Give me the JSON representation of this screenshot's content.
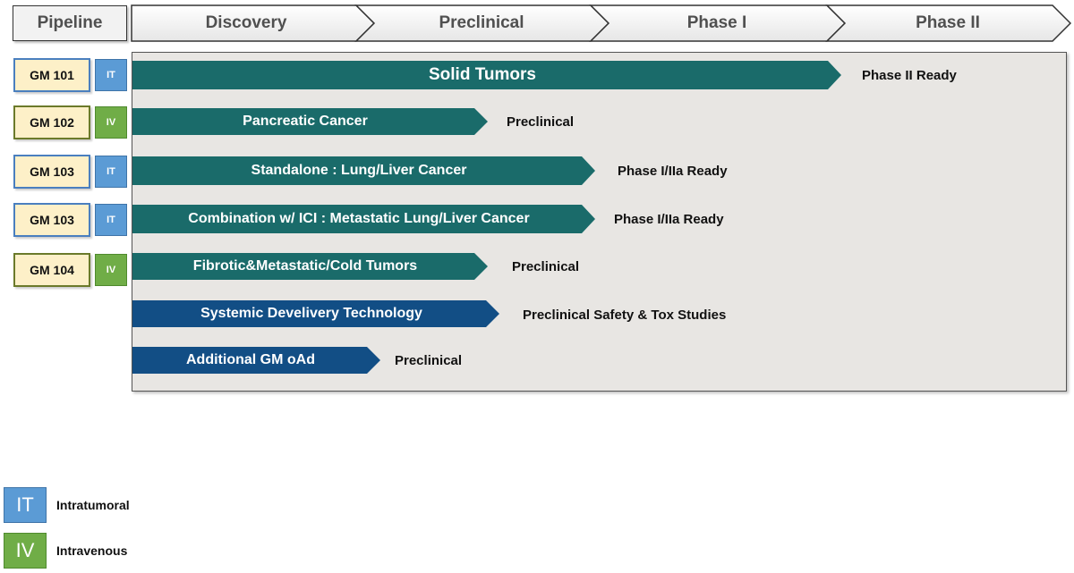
{
  "header": {
    "pipeline_label": "Pipeline",
    "stages": [
      "Discovery",
      "Preclinical",
      "Phase I",
      "Phase II"
    ]
  },
  "colors": {
    "teal_bar": "#1a6b6a",
    "blue_bar": "#124e85",
    "route_it": "#5b9bd5",
    "route_iv": "#70ad47",
    "candidate_fill": "#fdf0c8",
    "panel_bg": "#e8e6e3"
  },
  "rows": [
    {
      "candidate": "GM 101",
      "route": "IT",
      "indication": "Solid Tumors",
      "status": "Phase II Ready",
      "bar_color": "teal"
    },
    {
      "candidate": "GM 102",
      "route": "IV",
      "indication": "Pancreatic Cancer",
      "status": "Preclinical",
      "bar_color": "teal"
    },
    {
      "candidate": "GM 103",
      "route": "IT",
      "indication": "Standalone : Lung/Liver Cancer",
      "status": "Phase I/IIa Ready",
      "bar_color": "teal"
    },
    {
      "candidate": "GM 103",
      "route": "IT",
      "indication": "Combination w/ ICI : Metastatic Lung/Liver Cancer",
      "status": "Phase I/IIa Ready",
      "bar_color": "teal"
    },
    {
      "candidate": "GM 104",
      "route": "IV",
      "indication": "Fibrotic&Metastatic/Cold Tumors",
      "status": "Preclinical",
      "bar_color": "teal"
    },
    {
      "candidate": "",
      "route": "",
      "indication": "Systemic Develivery Technology",
      "status": "Preclinical Safety & Tox Studies",
      "bar_color": "blue"
    },
    {
      "candidate": "",
      "route": "",
      "indication": "Additional GM oAd",
      "status": "Preclinical",
      "bar_color": "blue"
    }
  ],
  "legend": [
    {
      "code": "IT",
      "label": "Intratumoral"
    },
    {
      "code": "IV",
      "label": "Intravenous"
    }
  ]
}
